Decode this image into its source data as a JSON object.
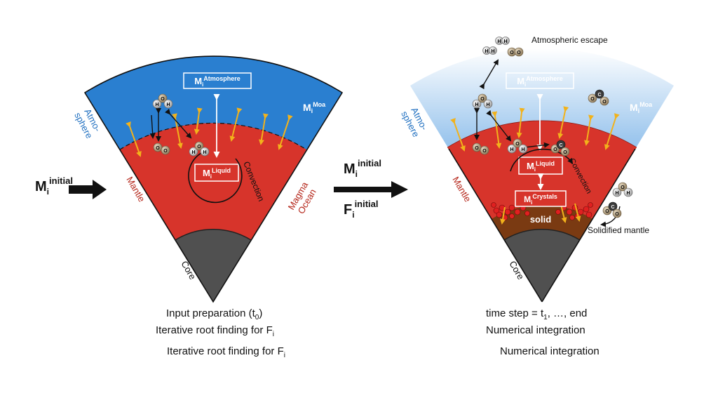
{
  "left_panel": {
    "atmosphere_label": [
      "Atmo-",
      "sphere"
    ],
    "atmosphere_box": {
      "base": "M",
      "sub": "i",
      "sup": "Atmosphere"
    },
    "moa_label": {
      "base": "M",
      "sub": "i",
      "sup": "Moa"
    },
    "liquid_box": {
      "base": "M",
      "sub": "i",
      "sup": "Liquid"
    },
    "convection_label": "Convection",
    "mantle_label": "Mantle",
    "magma_ocean_label": [
      "Magma",
      "Ocean"
    ],
    "core_label": "Core",
    "input_label": {
      "base": "M",
      "sub": "i",
      "sup": "initial"
    },
    "caption_line1": {
      "text": "Input preparation (t",
      "sub": "0",
      "tail": ")"
    },
    "caption_line2": {
      "text": "Iterative root finding for F",
      "sub": "i"
    },
    "caption_line3": {
      "text": "Iterative root finding for F",
      "sub": "i"
    }
  },
  "middle": {
    "label_top": {
      "base": "M",
      "sub": "i",
      "sup": "initial"
    },
    "label_bottom": {
      "base": "F",
      "sub": "i",
      "sup": "initial"
    }
  },
  "right_panel": {
    "atmospheric_escape_label": "Atmospheric escape",
    "atmosphere_label": [
      "Atmo-",
      "sphere"
    ],
    "atmosphere_box": {
      "base": "M",
      "sub": "i",
      "sup": "Atmosphere"
    },
    "moa_label": {
      "base": "M",
      "sub": "i",
      "sup": "Moa"
    },
    "liquid_box": {
      "base": "M",
      "sub": "i",
      "sup": "Liquid"
    },
    "crystals_box": {
      "base": "M",
      "sub": "i",
      "sup": "Crystals"
    },
    "convection_label": "Convection",
    "mantle_label": "Mantle",
    "solid_label": "solid",
    "solidified_mantle_label": "Solidified mantle",
    "core_label": "Core",
    "caption_line1": {
      "text": "time step = t",
      "sub": "1",
      "tail": ", …, end"
    },
    "caption_line2": {
      "text": "Numerical integration"
    },
    "caption_line3": {
      "text": "Numerical integration"
    }
  },
  "molecule_letters": {
    "h": "H",
    "o": "O",
    "c": "C"
  },
  "colors": {
    "atmosphere_blue": "#2a7fd0",
    "mantle_red": "#d7342b",
    "core_grey": "#505050",
    "solid_brown": "#7a3a12",
    "arrow_yellow": "#f2b21b",
    "label_blue": "#1f6fc0",
    "label_red": "#b42418"
  }
}
